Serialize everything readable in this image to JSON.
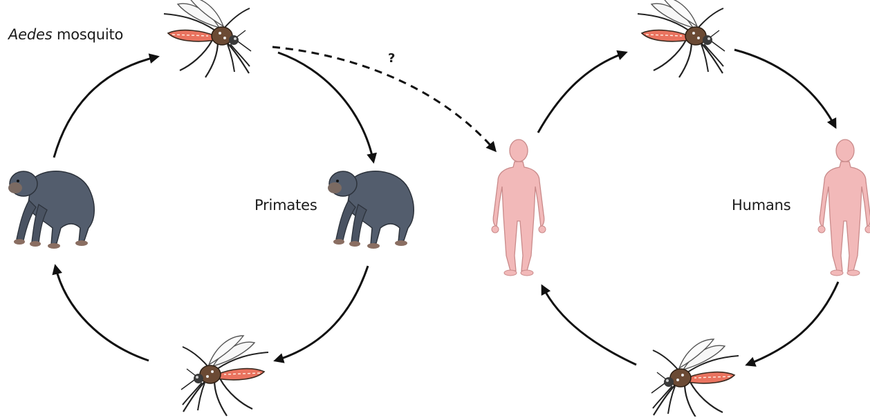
{
  "labels": {
    "mosquito_italic": "Aedes",
    "mosquito_rest": " mosquito",
    "primates": "Primates",
    "humans": "Humans",
    "uncertain_link": "?"
  },
  "icons": [
    "mosquito-icon",
    "chimpanzee-icon",
    "human-figure-icon"
  ],
  "colors": {
    "arrow": "#111111",
    "chimp_body": "#535d6d",
    "human_skin": "#f2b9b9",
    "mosquito_abdomen": "#e9735f",
    "mosquito_thorax": "#6b4a34"
  }
}
